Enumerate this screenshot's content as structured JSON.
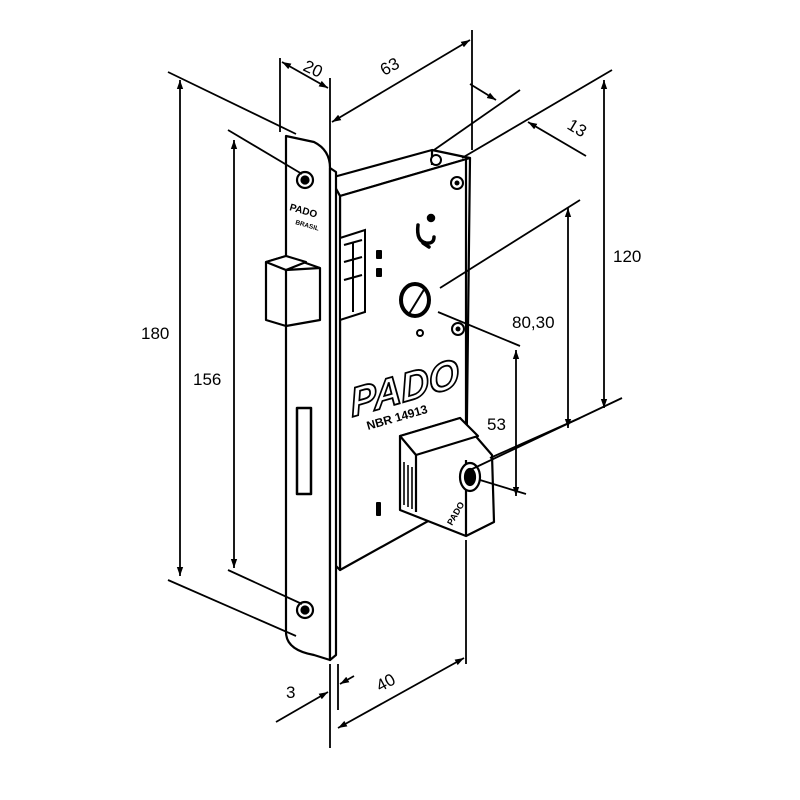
{
  "diagram": {
    "product": "mortise lock body with cylinder",
    "brand_large": "PADO",
    "brand_code": "NBR 14913",
    "brand_faceplate_top": "PADO",
    "brand_faceplate_sub": "BRASIL",
    "brand_bolt": "PADO",
    "colors": {
      "line": "#000000",
      "background": "#ffffff"
    }
  },
  "dimensions": {
    "faceplate_width": "20",
    "body_depth": "63",
    "body_thickness": "13",
    "faceplate_height": "180",
    "screw_spacing": "156",
    "body_height": "120",
    "backset_handle": "80,30",
    "handle_to_cylinder": "53",
    "faceplate_thickness": "3",
    "backset": "40"
  }
}
